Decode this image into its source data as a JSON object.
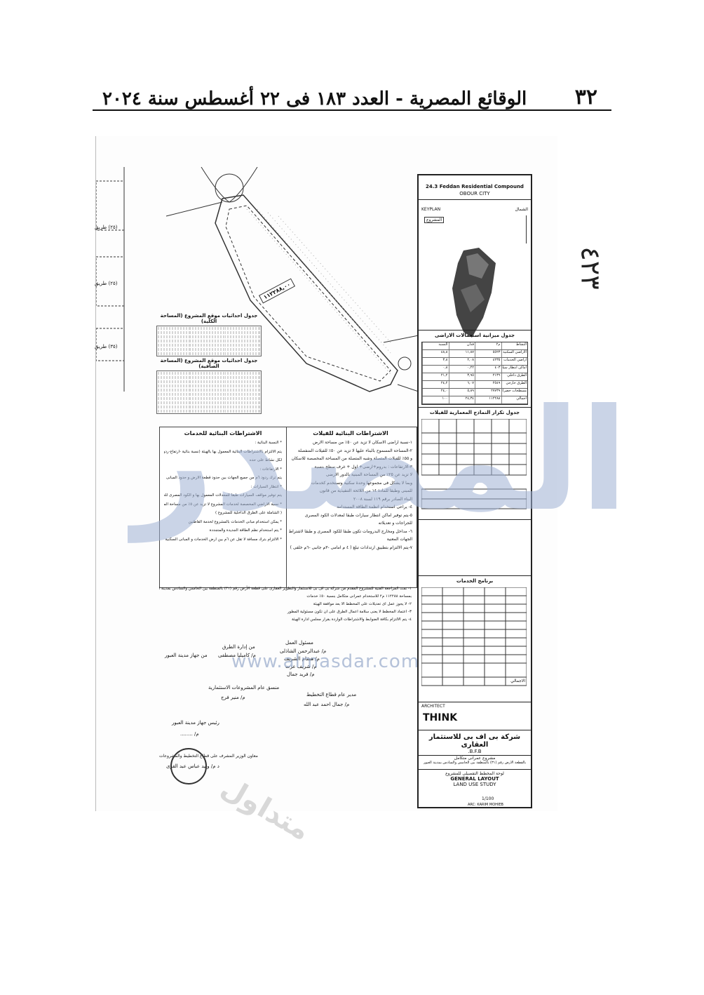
{
  "header": {
    "page_number": "٣٢",
    "publication": "الوقائع المصرية - العدد ١٨٣ فى ٢٢ أغسطس سنة ٢٠٢٤"
  },
  "watermarks": {
    "site": "www.almasdar.com",
    "big": "المصدر",
    "diagonal": "متداول",
    "margin_handwriting": "٤٢٣"
  },
  "plan": {
    "area_label": "١١٢٢٨٨,٠٠",
    "roads": [
      "(٢٥) طريق",
      "(٢٥) طريق",
      "(٣٥) طريق"
    ],
    "coord_table_gross": "جدول احداثيات موقع المشروع (المساحة الكلية)",
    "coord_table_net": "جدول احداثيات موقع المشروع (المساحة الصافية)"
  },
  "title_block": {
    "project_en": "24.3 Feddan Residential Compound",
    "city_en": "OBOUR CITY",
    "keyplan": "KEYPLAN",
    "north": "الشمال",
    "project_tag": "المشروع",
    "land_use_table_title": "جدول ميزانية استعمالات الاراضى",
    "land_use_rows": [
      [
        "النسبة",
        "فدان",
        "م٢",
        "النشاط"
      ],
      [
        "٤٨,٨",
        "١١,٨٧",
        "٥٥٢٣",
        "الاراضي السكنية (الفيلات)"
      ],
      [
        "٣,٨",
        "٢,٠٨",
        "٤٢٣٥",
        "اراضي الخدمات"
      ],
      [
        "٠,٨",
        "٠,٢٢",
        "٤٠٣",
        "اماكن انتظار سيارات"
      ],
      [
        "٢١,٢",
        "٣,٩٥",
        "٢١٣٦",
        "الطرق داخلي"
      ],
      [
        "٢٤,٢",
        "٦,٠٧",
        "٢٥٤٩",
        "الطرق خارجي"
      ],
      [
        "٢٤,٠",
        "٥,٨٩",
        "٢٧٧٣٩",
        "مسطحات خضراء وممرات مشاه"
      ],
      [
        "١٠٠",
        "٢٤,٣٤",
        "١١٢٢٨٨",
        "اجمالي"
      ]
    ],
    "villas_table_title": "جدول تكرار النماذج المعمارية للفيلات",
    "services_title": "برنامج الخدمات",
    "total_label": "الاجمالي",
    "architect_label": "ARCHITECT",
    "architect_logo": "THINK",
    "developer_ar": "شركة بى اف بى للاستثمار العقارى",
    "developer_en": "B.F.B.",
    "project_ar": "مشروع عمرانى متكامل",
    "plot_ar": "بالقطعة الأرض رقم (٣١) بالمنطقة بين الخامس والسادس بمدينة العبور",
    "drawing_title_ar": "لوحة المخطط التفصيلى للمشروع",
    "drawing_title_en": "GENERAL LAYOUT",
    "drawing_sub_en": "LAND USE STUDY",
    "scale": "1/100",
    "arch_name": "ARC: KARIM MOHIEB"
  },
  "requirements_villas": {
    "title": "الاشتراطات البنائية للفيلات",
    "lines": [
      "١-نسبة اراضى الاسكان لا تزيد عن ٥٠٪ من مساحة الارض",
      "٢-المساحة المسموح بالبناء عليها لا تزيد عن ٥٠٪ للفيلات المنفصلة",
      "و ٥٥٪ للفيلات المتصلة وشبه المتصلة من المساحة المخصصة للاسكان",
      "٣-الارتفاعات : بدروم+ارضى+ اول + غرف سطح بنسبة",
      "لا تزيد عن ٢٥٪ من المساحة المبنية بالدور الارضى",
      "وبما لا يشكل فى مجموعها وحدة سكنية وتستخدم كخدمات",
      "للمبنى وطبقا للمادة ١٤ من اللائحة التنفيذية من قانون",
      "البناء الصادر برقم ١١٩ لسنة ٢٠٠٨",
      "٤- يراعى استخدام انظمة الطاقة المستدامة",
      "٥-يتم توفير اماكن انتظار سيارات طبقا لمعدلات الكود المصرى",
      "للجراجات و تعديلاته",
      "٦- مداخل ومخارج البدرومات تكون طبقا للكود المصرى و طبقا لاشتراطات",
      "الجهات المعنية",
      "٧-يتم الالتزام بتطبيق ارتدادات تبلغ ( ٤ م امامى -٣م جانبى -٦م خلفى )"
    ]
  },
  "requirements_services": {
    "title": "الاشتراطات البنائية للخدمات",
    "lines": [
      "* النسبة البنائية :",
      "يتم الالتزام بالاشتراطات البنائية المعمول بها بالهيئة (نسبة بنائية -ارتفاع-ردود )",
      "لكل نشاط على حده",
      "* الارتفاعات :",
      "يتم ترك ردود ٦م من جميع الجهات بين حدود قطعة الارض و حدود المبانى",
      "* انتظار السيارات :",
      "يتم توفير مواقف السيارات طبقا للمعدلات المعمول بها و الكود المصرى للجراجات و تعديلاته",
      "* نسبة الاراضي المخصصة لخدمات المشروع لا تزيد عن ٥٪ من مساحة المشروع",
      "( الشاملة على الطرق الداخلية للمشروع )",
      "* يمكن استخدام مبانى الخدمات بالمشروع لخدمة القاطنين",
      "* يتم استخدام نظم الطاقة الجديدة والمتجددة",
      "* الالتزام بترك مسافة لا تقل عن ٦م بين ارض الخدمات و المبانى السكنية"
    ]
  },
  "approval_text": [
    "١- تمت المراجعة الفنية للمشروع المقدم من شركة بى اف بى للاستثمار والتطوير العقارى على قطعة الأرض رقم (٣١) بالمنطقة بين الخامس والسادس بمدينة العبور",
    "بمساحة ١١٢٢٨٨ م٢ للاستخدام عمرانى متكامل بنسبة ٥٠٪ خدمات",
    "٢- لا يجوز عمل اى تعديلات على المخطط الا بعد موافقة الهيئة",
    "٣- اعتماد المخطط لا يعنى سلامة اعمال الطرق على ان تكون مسئولية المطور",
    "٤- يتم الالتزام بكافة الضوابط والاشتراطات الواردة بقرار مجلس ادارة الهيئة"
  ],
  "signatures": {
    "reviewed_by": "مسئول العمل",
    "sig1": "م/ عبدالرحمن الشاذلى",
    "sig2": "م/ هشام الشريف",
    "sig3": "م/ شريف عزت",
    "sig4": "م/ فريد جمال",
    "dept_roads": "من إدارة الطرق",
    "dept_roads_sig": "م/ كاميليا مصطفى",
    "authority_obour": "من جهاز مدينة العبور",
    "planning_head": "مدير عام قطاع التخطيط",
    "planning_sig": "م/ جمال احمد عبد الله",
    "invest_head": "منسق عام المشروعات الاستثمارية",
    "invest_sig": "م/ منير فرج",
    "city_head": "رئيس جهاز مدينة العبور",
    "city_sig": "م/ ........",
    "deputy_title": "معاون الوزير المشرف على قطاع التخطيط والمشروعات",
    "deputy_sig": "د م/ وليد عباس عبد القوى"
  }
}
